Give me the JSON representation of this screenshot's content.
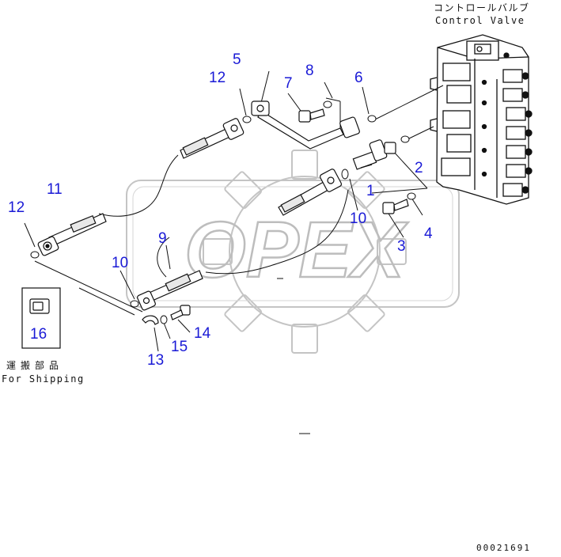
{
  "control_valve": {
    "label_jp": "コントロールバルブ",
    "label_en": "Control Valve"
  },
  "shipping": {
    "label_jp": "運搬部品",
    "label_en": "For Shipping"
  },
  "callouts": [
    "1",
    "2",
    "3",
    "4",
    "5",
    "6",
    "7",
    "8",
    "9",
    "10",
    "10",
    "11",
    "12",
    "12",
    "13",
    "14",
    "15",
    "16"
  ],
  "drawing_code": "00021691",
  "watermark": {
    "text": "OPEX",
    "icon": "gear-watermark-icon"
  },
  "colors": {
    "callout": "#1a1ad6",
    "line": "#111111",
    "watermark": "#c4c4c4"
  }
}
